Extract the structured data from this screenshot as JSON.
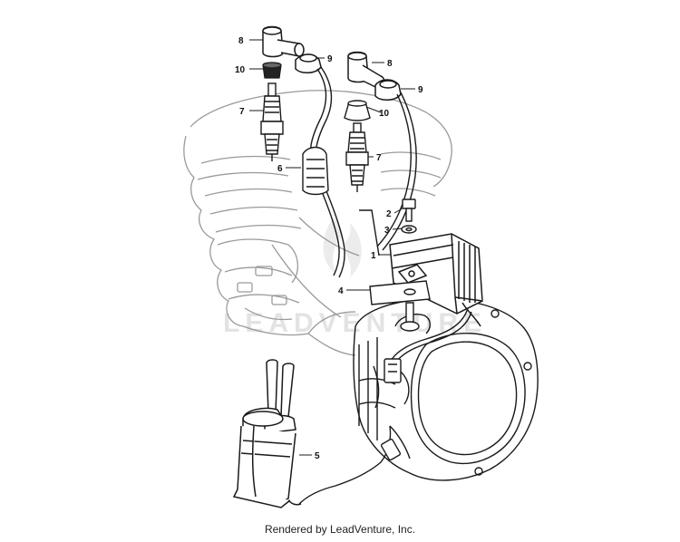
{
  "watermark": {
    "text": "LEADVENTURE"
  },
  "callouts": [
    {
      "id": "8a",
      "label": "8"
    },
    {
      "id": "9a",
      "label": "9"
    },
    {
      "id": "10a",
      "label": "10"
    },
    {
      "id": "7a",
      "label": "7"
    },
    {
      "id": "6",
      "label": "6"
    },
    {
      "id": "8b",
      "label": "8"
    },
    {
      "id": "9b",
      "label": "9"
    },
    {
      "id": "10b",
      "label": "10"
    },
    {
      "id": "7b",
      "label": "7"
    },
    {
      "id": "2",
      "label": "2"
    },
    {
      "id": "3",
      "label": "3"
    },
    {
      "id": "1",
      "label": "1"
    },
    {
      "id": "4",
      "label": "4"
    },
    {
      "id": "5",
      "label": "5"
    }
  ],
  "footer": {
    "text": "Rendered by LeadVenture, Inc."
  },
  "colors": {
    "line": "#1a1a1a",
    "engine_outline": "#9a9a9a",
    "watermark": "#e3e3e3"
  }
}
